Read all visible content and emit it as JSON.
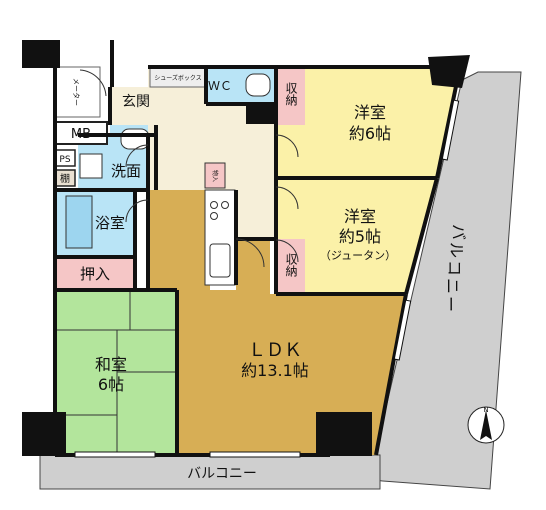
{
  "rooms": {
    "western_room_1": {
      "name": "洋室",
      "size": "約6帖"
    },
    "western_room_2": {
      "name": "洋室",
      "size": "約5帖",
      "note": "（ジュータン）"
    },
    "ldk": {
      "name": "ＬＤＫ",
      "size": "約13.1帖"
    },
    "japanese_room": {
      "name": "和室",
      "size": "6帖"
    },
    "entrance": "玄関",
    "washroom": "洗面",
    "bathroom": "浴室",
    "toilet": "ＷＣ",
    "closet_1": "収納",
    "closet_2": "収納",
    "oshiire": "押入",
    "mb": "MB",
    "ps": "PS",
    "shelf": "棚",
    "shoe_box": "シューズボックス",
    "storage_small": "物入",
    "meter_label": "メーター"
  },
  "balcony_bottom": "バルコニー",
  "balcony_right": [
    "バ",
    "ル",
    "コ",
    "ニ",
    "ー"
  ],
  "compass": {
    "label": "N"
  },
  "colors": {
    "western": "#fbf1a8",
    "ldk": "#d7ae55",
    "japanese": "#b3e59c",
    "water": "#b9e4f6",
    "closet": "#f5c6c6",
    "hall": "#f6efd9",
    "balcony": "#cfcfcf",
    "wall": "#111111"
  }
}
